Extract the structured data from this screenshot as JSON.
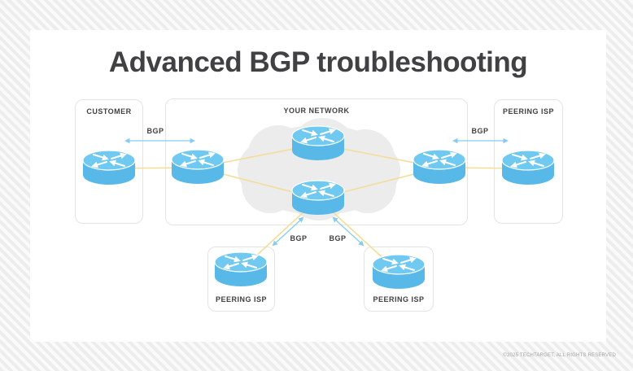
{
  "title": "Advanced BGP troubleshooting",
  "zones": {
    "customer": {
      "label": "CUSTOMER"
    },
    "your_network": {
      "label": "YOUR NETWORK"
    },
    "peering_isp_right": {
      "label": "PEERING ISP"
    },
    "peering_isp_bottom_left": {
      "label": "PEERING ISP"
    },
    "peering_isp_bottom_right": {
      "label": "PEERING ISP"
    }
  },
  "bgp_labels": {
    "customer_link": "BGP",
    "peering_right_link": "BGP",
    "peering_bottom_left_link": "BGP",
    "peering_bottom_right_link": "BGP"
  },
  "diagram": {
    "nodes": [
      {
        "id": "customer-router",
        "zone": "CUSTOMER",
        "type": "router"
      },
      {
        "id": "edge-router-left",
        "zone": "YOUR NETWORK",
        "type": "router"
      },
      {
        "id": "core-router-top",
        "zone": "YOUR NETWORK",
        "type": "router"
      },
      {
        "id": "core-router-bottom",
        "zone": "YOUR NETWORK",
        "type": "router"
      },
      {
        "id": "edge-router-right",
        "zone": "YOUR NETWORK",
        "type": "router"
      },
      {
        "id": "peering-isp-right-router",
        "zone": "PEERING ISP",
        "type": "router"
      },
      {
        "id": "peering-isp-bottom-left-router",
        "zone": "PEERING ISP",
        "type": "router"
      },
      {
        "id": "peering-isp-bottom-right-router",
        "zone": "PEERING ISP",
        "type": "router"
      }
    ],
    "physical_links": [
      [
        "customer-router",
        "edge-router-left"
      ],
      [
        "edge-router-left",
        "core-router-top"
      ],
      [
        "edge-router-left",
        "core-router-bottom"
      ],
      [
        "core-router-top",
        "edge-router-right"
      ],
      [
        "core-router-bottom",
        "edge-router-right"
      ],
      [
        "edge-router-right",
        "peering-isp-right-router"
      ],
      [
        "core-router-bottom",
        "peering-isp-bottom-left-router"
      ],
      [
        "core-router-bottom",
        "peering-isp-bottom-right-router"
      ]
    ],
    "bgp_sessions": [
      [
        "customer-router",
        "edge-router-left"
      ],
      [
        "edge-router-right",
        "peering-isp-right-router"
      ],
      [
        "core-router-bottom",
        "peering-isp-bottom-left-router"
      ],
      [
        "core-router-bottom",
        "peering-isp-bottom-right-router"
      ]
    ]
  },
  "colors": {
    "router_body_blue": "#58b9e9",
    "router_top_blue": "#70c9f1",
    "link_yellow": "#f3dd97",
    "bgp_arrow_blue": "#87ccef",
    "text_dark": "#414042",
    "cloud_gray": "#ececec"
  },
  "footer": {
    "copyright": "©2025 TECHTARGET, ALL RIGHTS RESERVED"
  }
}
